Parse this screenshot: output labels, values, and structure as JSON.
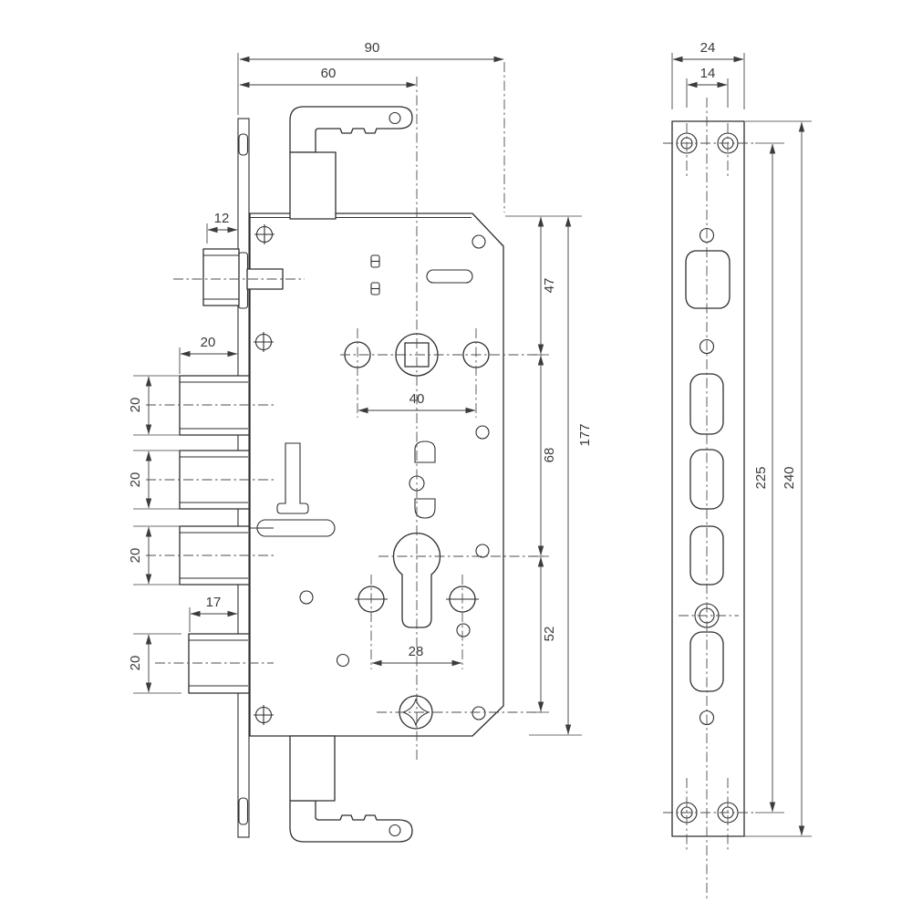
{
  "dims": {
    "main": {
      "case_depth": "90",
      "backset": "60",
      "latch_throw": "12",
      "deadbolt_throw": "20",
      "deadbolt1_height": "20",
      "deadbolt2_height": "20",
      "deadbolt3_height": "20",
      "aux_bolt_throw": "17",
      "aux_bolt_height": "20",
      "handle_hole_spacing": "40",
      "cylinder_screw_spacing": "28",
      "top_to_spindle": "47",
      "spindle_to_cylinder": "68",
      "cylinder_to_fixing_screw": "52",
      "case_height": "177"
    },
    "faceplate": {
      "width": "24",
      "screw_offset": "14",
      "screw_spacing": "225",
      "length": "240"
    }
  }
}
